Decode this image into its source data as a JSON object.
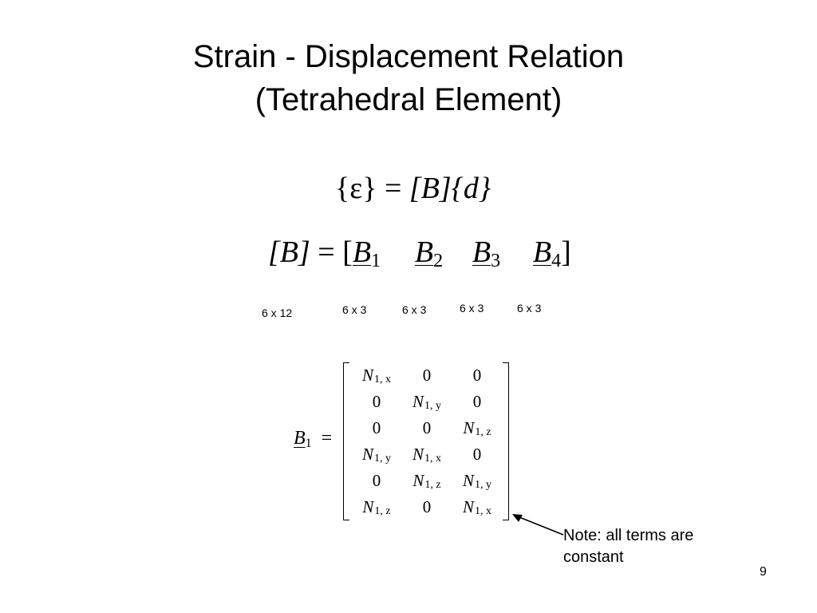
{
  "slide": {
    "title_line1": "Strain - Displacement Relation",
    "title_line2": "(Tetrahedral Element)",
    "page_number": "9"
  },
  "equations": {
    "strain_relation": {
      "lhs": "{ε}",
      "equals": "=",
      "matrix": "[B]",
      "vector": "{d}"
    },
    "b_partition": {
      "lhs": "[B]",
      "equals": "=",
      "open": "[",
      "close": "]",
      "blocks": [
        {
          "symbol": "B",
          "sub": "1"
        },
        {
          "symbol": "B",
          "sub": "2"
        },
        {
          "symbol": "B",
          "sub": "3"
        },
        {
          "symbol": "B",
          "sub": "4"
        }
      ]
    },
    "dimensions": {
      "b": "6 x 12",
      "b1": "6 x 3",
      "b2": "6 x 3",
      "b3": "6 x 3",
      "b4": "6 x 3"
    },
    "b1_matrix": {
      "label_symbol": "B",
      "label_sub": "1",
      "equals": "=",
      "rows": [
        [
          {
            "t": "N",
            "s": "1, x"
          },
          {
            "t": "0",
            "s": ""
          },
          {
            "t": "0",
            "s": ""
          }
        ],
        [
          {
            "t": "0",
            "s": ""
          },
          {
            "t": "N",
            "s": "1, y"
          },
          {
            "t": "0",
            "s": ""
          }
        ],
        [
          {
            "t": "0",
            "s": ""
          },
          {
            "t": "0",
            "s": ""
          },
          {
            "t": "N",
            "s": "1, z"
          }
        ],
        [
          {
            "t": "N",
            "s": "1, y"
          },
          {
            "t": "N",
            "s": "1, x"
          },
          {
            "t": "0",
            "s": ""
          }
        ],
        [
          {
            "t": "0",
            "s": ""
          },
          {
            "t": "N",
            "s": "1, z"
          },
          {
            "t": "N",
            "s": "1, y"
          }
        ],
        [
          {
            "t": "N",
            "s": "1, z"
          },
          {
            "t": "0",
            "s": ""
          },
          {
            "t": "N",
            "s": "1, x"
          }
        ]
      ]
    }
  },
  "note": {
    "line1": "Note:  all terms are",
    "line2": "constant"
  }
}
